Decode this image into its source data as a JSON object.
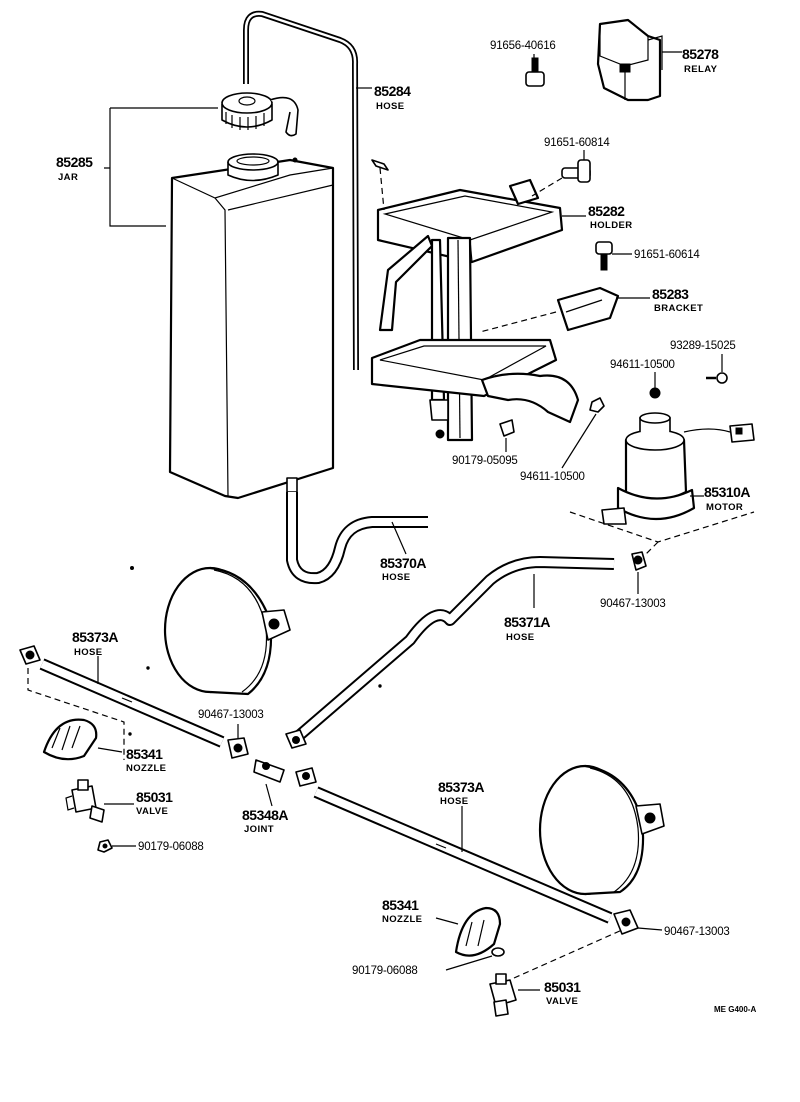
{
  "labels": {
    "jar": {
      "number": "85285",
      "name": "JAR"
    },
    "hose_85284": {
      "number": "85284",
      "name": "HOSE"
    },
    "relay": {
      "number": "85278",
      "name": "RELAY"
    },
    "holder": {
      "number": "85282",
      "name": "HOLDER"
    },
    "bracket": {
      "number": "85283",
      "name": "BRACKET"
    },
    "motor": {
      "number": "85310A",
      "name": "MOTOR"
    },
    "hose_85370a": {
      "number": "85370A",
      "name": "HOSE"
    },
    "hose_85371a": {
      "number": "85371A",
      "name": "HOSE"
    },
    "hose_85373a_left": {
      "number": "85373A",
      "name": "HOSE"
    },
    "hose_85373a_right": {
      "number": "85373A",
      "name": "HOSE"
    },
    "nozzle_left": {
      "number": "85341",
      "name": "NOZZLE"
    },
    "nozzle_right": {
      "number": "85341",
      "name": "NOZZLE"
    },
    "valve_left": {
      "number": "85031",
      "name": "VALVE"
    },
    "valve_right": {
      "number": "85031",
      "name": "VALVE"
    },
    "joint": {
      "number": "85348A",
      "name": "JOINT"
    }
  },
  "part_numbers": {
    "bolt_relay": "91656-40616",
    "bolt_holder": "91651-60814",
    "bolt_bracket": "91651-60614",
    "screw_motor": "93289-15025",
    "nut_motor_top": "94611-10500",
    "nut_holder": "94611-10500",
    "nut_holder_left": "90179-05095",
    "clip_motor": "90467-13003",
    "clip_joint": "90467-13003",
    "clip_right": "90467-13003",
    "nut_valve_left": "90179-06088",
    "nut_valve_right": "90179-06088"
  },
  "code": "ME G400-A"
}
